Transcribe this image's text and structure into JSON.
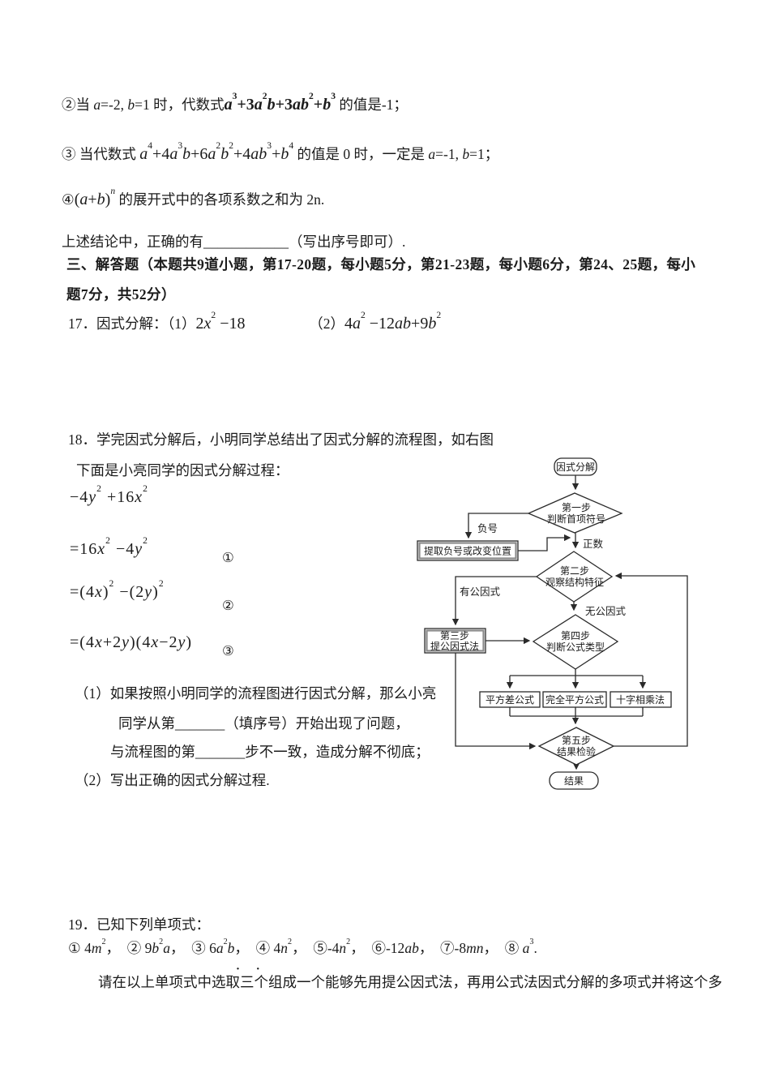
{
  "statements": {
    "s2": "②当 <i>a</i>=-2, <i>b</i>=1 时，代数式<span class='m mb'><i>a</i><sup>3</sup>+3<i>a</i><sup>2</sup><i>b</i>+3<i>ab</i><sup>2</sup>+<i>b</i><sup>3</sup></span> 的值是-1；",
    "s3": "③ 当代数式 <span class='m'><i>a</i><sup>4</sup>+4<i>a</i><sup>3</sup><i>b</i>+6<i>a</i><sup>2</sup><i>b</i><sup>2</sup>+4<i>ab</i><sup>3</sup>+<i>b</i><sup>4</sup></span> 的值是 0 时，一定是 <i>a</i>=-1, <i>b</i>=1；",
    "s4": "④<span class='m'>(<i>a</i>+<i>b</i>)<sup><i>n</i></sup></span> 的展开式中的各项系数之和为 2n.",
    "conclusion": "上述结论中，正确的有____________（写出序号即可）."
  },
  "section3": {
    "header_line1": "三、解答题（本题共9道小题，第17-20题，每小题5分，第21-23题，每小题6分，第24、25题，每小",
    "header_line2": "题7分，共52分）"
  },
  "q17": {
    "text": "17．因式分解：（1）<span class='m'>2<i>x</i><sup>2</sup> −18</span>　　　　　（2）<span class='m'>4<i>a</i><sup>2</sup> −12<i>ab</i>+9<i>b</i><sup>2</sup></span>"
  },
  "q18": {
    "intro": "18．学完因式分解后，小明同学总结出了因式分解的流程图，如右图",
    "sub": "下面是小亮同学的因式分解过程：",
    "math1": "−4<i>y</i><sup>2</sup> +16<i>x</i><sup>2</sup>",
    "math2": "=16<i>x</i><sup>2</sup> −4<i>y</i><sup>2</sup>",
    "math3": "=(4<i>x</i>)<sup>2</sup> −(2<i>y</i>)<sup>2</sup>",
    "math4": "=(4<i>x</i>+2<i>y</i>)(4<i>x</i>−2<i>y</i>)",
    "num1": "①",
    "num2": "②",
    "num3": "③",
    "part1_line1": "（1）如果按照小明同学的流程图进行因式分解，那么小亮",
    "part1_line2": "同学从第_______（填序号）开始出现了问题，",
    "part1_line3": "与流程图的第_______步不一致，造成分解不彻底；",
    "part2": "（2）写出正确的因式分解过程."
  },
  "q19": {
    "intro": "19．已知下列单项式：",
    "monomials": "① 4<i>m</i><sup>2</sup>，　② 9<i>b</i><sup>2</sup><i>a</i>，　③ 6<i>a</i><sup>2</sup><i>b</i>，　④ 4<i>n</i><sup>2</sup>，　⑤-4<i>n</i><sup>2</sup>，　⑥-12<i>ab</i>，　⑦-8<i>mn</i>，　⑧ <i>a</i><sup>3</sup>.",
    "emphasis_dots": "· ·",
    "paragraph": "请在以上单项式中选取三个组成一个能够先用提公因式法，再用公式法因式分解的多项式并将这个多"
  },
  "flowchart": {
    "start": "因式分解",
    "step1_line1": "第一步",
    "step1_line2": "判断首项符号",
    "label_negative": "负号",
    "box_negative": "提取负号或改变位置",
    "label_positive": "正数",
    "step2_line1": "第二步",
    "step2_line2": "观察结构特征",
    "label_common": "有公因式",
    "label_nocommon": "无公因式",
    "step3_line1": "第三步",
    "step3_line2": "提公因式法",
    "step4_line1": "第四步",
    "step4_line2": "判断公式类型",
    "box_sqdiff": "平方差公式",
    "box_perfect": "完全平方公式",
    "box_cross": "十字相乘法",
    "step5_line1": "第五步",
    "step5_line2": "结果检验",
    "end": "结果"
  }
}
